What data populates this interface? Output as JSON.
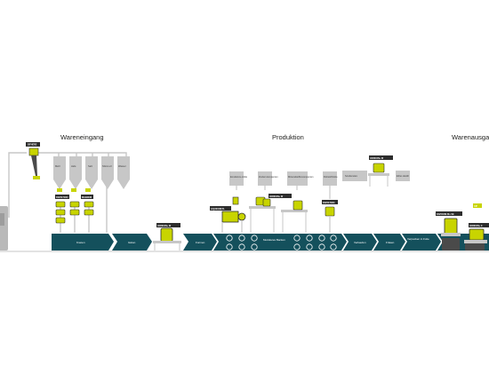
{
  "sections": {
    "wareneingang": "Wareneingang",
    "produktion": "Produktion",
    "warenausgang": "Warenausgang"
  },
  "silos": [
    "Mehl",
    "Hefe",
    "Salz",
    "Silicon-öl",
    "Wasser"
  ],
  "machine_tags": {
    "sifter": "SIFHERE",
    "rapid_sonic": "RAPID 5000",
    "magnum": "MAGNUM",
    "varicon_w1": "VARICON+ W",
    "liquicom": "LIQUICOM PL",
    "varicon_w2": "VARICON+ W",
    "rapid_top": "RAPID 5000",
    "varicon_w3": "VARICON+ W",
    "rapicom": "RAPICOM DI+ SE",
    "varicon_x": "VARICON+ X",
    "cip": "CIP"
  },
  "process_boxes": {
    "emulsion": "Emulsions-mittle",
    "zucker": "Zucker-kompenten",
    "mineral": "Mineralstoffe-kompenten",
    "rohstoff": "Rohstoff-fette",
    "sonder": "Sonderware",
    "ether": "Ether-destill"
  },
  "steps": [
    "Kneten",
    "Gären",
    "Formen",
    "Modulares Backen",
    "Verkaufen",
    "Fräsen",
    "Verpacken in Folie"
  ],
  "colors": {
    "teal": "#14505c",
    "green": "#c8d400",
    "grey": "#c7c7c7",
    "dark": "#2d2d2d"
  }
}
